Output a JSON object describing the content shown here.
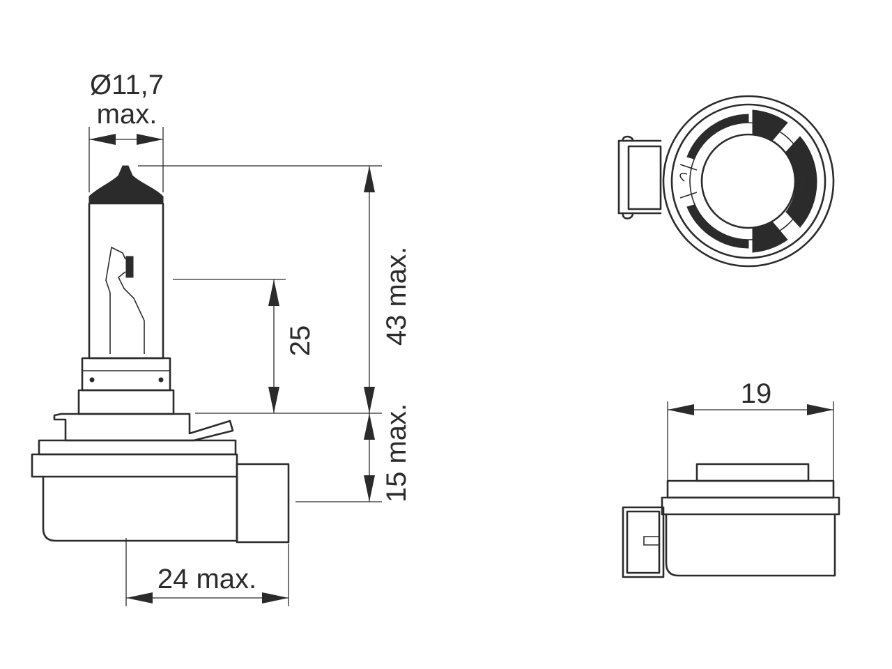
{
  "labels": {
    "diameter": "Ø11,7",
    "diameter_max": "max.",
    "height_total": "43 max.",
    "filament_height": "25",
    "base_height": "15 max.",
    "base_width": "24 max.",
    "top_width": "19"
  },
  "colors": {
    "line": "#2b2b2b",
    "background": "#ffffff"
  }
}
